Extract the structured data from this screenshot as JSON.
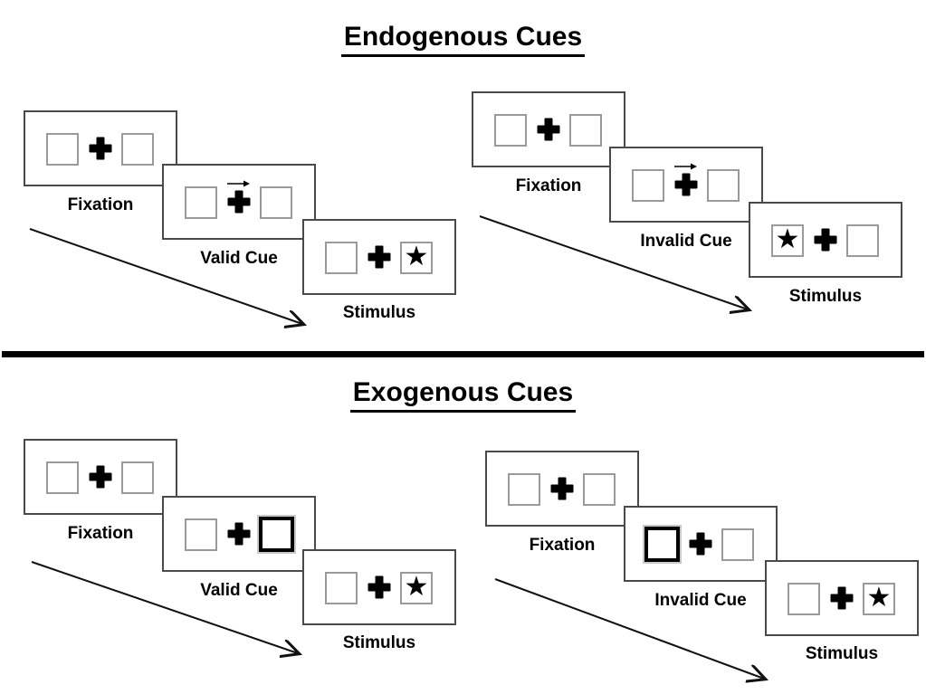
{
  "sections": [
    {
      "title": "Endogenous Cues",
      "trials": [
        {
          "name": "valid",
          "cue": {
            "type": "central-arrow",
            "direction": "right"
          },
          "stimulus_side": "right",
          "steps": [
            {
              "label": "Fixation"
            },
            {
              "label": "Valid Cue"
            },
            {
              "label": "Stimulus"
            }
          ]
        },
        {
          "name": "invalid",
          "cue": {
            "type": "central-arrow",
            "direction": "right"
          },
          "stimulus_side": "left",
          "steps": [
            {
              "label": "Fixation"
            },
            {
              "label": "Invalid Cue"
            },
            {
              "label": "Stimulus"
            }
          ]
        }
      ]
    },
    {
      "title": "Exogenous Cues",
      "trials": [
        {
          "name": "valid",
          "cue": {
            "type": "peripheral-box-highlight",
            "side": "right"
          },
          "stimulus_side": "right",
          "steps": [
            {
              "label": "Fixation"
            },
            {
              "label": "Valid Cue"
            },
            {
              "label": "Stimulus"
            }
          ]
        },
        {
          "name": "invalid",
          "cue": {
            "type": "peripheral-box-highlight",
            "side": "left"
          },
          "stimulus_side": "right",
          "steps": [
            {
              "label": "Fixation"
            },
            {
              "label": "Invalid Cue"
            },
            {
              "label": "Stimulus"
            }
          ]
        }
      ]
    }
  ],
  "symbols": {
    "star": "★",
    "fixation_cross": "plus-cross",
    "cue_arrow_direction": "→"
  },
  "colors": {
    "ink": "#000000",
    "panel_border": "#4a4a4a",
    "placeholder_border": "#9a9a9a",
    "background": "#ffffff"
  }
}
